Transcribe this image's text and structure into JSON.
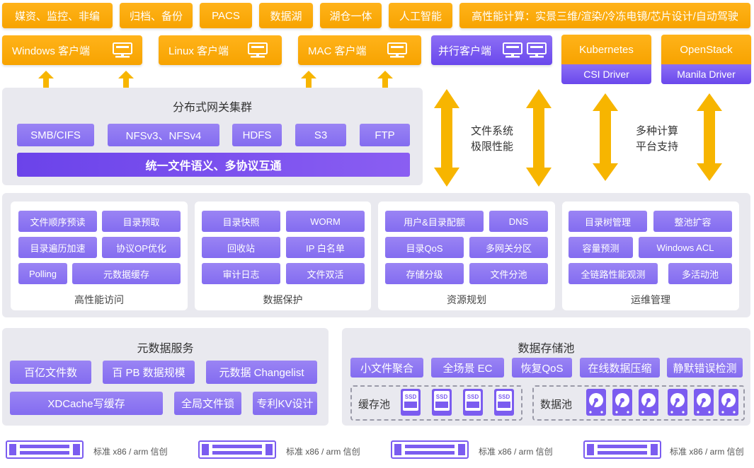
{
  "top_row": {
    "apps": [
      "媒资、监控、非编",
      "归档、备份",
      "PACS",
      "数据湖",
      "湖仓一体",
      "人工智能",
      "高性能计算：实景三维/渲染/冷冻电镜/芯片设计/自动驾驶"
    ]
  },
  "clients": {
    "windows": "Windows 客户端",
    "linux": "Linux 客户端",
    "mac": "MAC 客户端",
    "parallel": "并行客户端",
    "kubernetes": "Kubernetes",
    "openstack": "OpenStack",
    "csi": "CSI Driver",
    "manila": "Manila Driver"
  },
  "gateway": {
    "title": "分布式网关集群",
    "protocols": [
      "SMB/CIFS",
      "NFSv3、NFSv4",
      "HDFS",
      "S3",
      "FTP"
    ],
    "banner": "统一文件语义、多协议互通"
  },
  "arrow_labels": {
    "fs_line1": "文件系统",
    "fs_line2": "极限性能",
    "multi_line1": "多种计算",
    "multi_line2": "平台支持"
  },
  "features": {
    "perf": {
      "title": "高性能访问",
      "items": [
        "文件顺序预读",
        "目录预取",
        "目录遍历加速",
        "协议OP优化",
        "Polling",
        "元数据缓存"
      ]
    },
    "protect": {
      "title": "数据保护",
      "items": [
        "目录快照",
        "WORM",
        "回收站",
        "IP 白名单",
        "审计日志",
        "文件双活"
      ]
    },
    "resource": {
      "title": "资源规划",
      "items": [
        "用户&目录配额",
        "DNS",
        "目录QoS",
        "多网关分区",
        "存储分级",
        "文件分池"
      ]
    },
    "ops": {
      "title": "运维管理",
      "items": [
        "目录树管理",
        "整池扩容",
        "容量预测",
        "Windows ACL",
        "全链路性能观测",
        "多活动池"
      ]
    }
  },
  "metadata": {
    "title": "元数据服务",
    "items": [
      "百亿文件数",
      "百 PB 数据规模",
      "元数据 Changelist",
      "XDCache写缓存",
      "全局文件锁",
      "专利KV设计"
    ]
  },
  "storage": {
    "title": "数据存储池",
    "items": [
      "小文件聚合",
      "全场景 EC",
      "恢复QoS",
      "在线数据压缩",
      "静默错误检测"
    ],
    "cache_pool": "缓存池",
    "data_pool": "数据池",
    "ssd_label": "SSD"
  },
  "servers": {
    "label": "标准 x86 / arm 信创"
  },
  "colors": {
    "orange": "#f7a300",
    "purple": "#6a48ec",
    "light_purple": "#9a84f4",
    "panel_gray": "#e9e9ef"
  },
  "icons": [
    "monitor-icon",
    "double-arrow-icon",
    "ssd-icon",
    "hdd-icon",
    "server-rack-icon"
  ]
}
